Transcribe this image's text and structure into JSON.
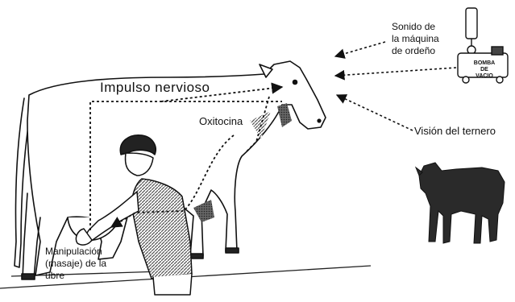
{
  "labels": {
    "sound": [
      "Sonido de",
      "la máquina",
      "de ordeño"
    ],
    "impulse": "Impulso nervioso",
    "oxytocin": "Oxitocina",
    "vision": "Visión del ternero",
    "manipulation": [
      "Manipulación",
      "(masaje) de la",
      "ubre"
    ]
  },
  "pump": {
    "text": [
      "BOMBA",
      "DE",
      "VACIO"
    ]
  },
  "colors": {
    "ink": "#111111",
    "shade": "#333333",
    "background": "#ffffff"
  },
  "icons": {
    "cow": "cow-illustration",
    "person": "milker-person",
    "calf": "calf-silhouette",
    "pump": "vacuum-pump"
  }
}
